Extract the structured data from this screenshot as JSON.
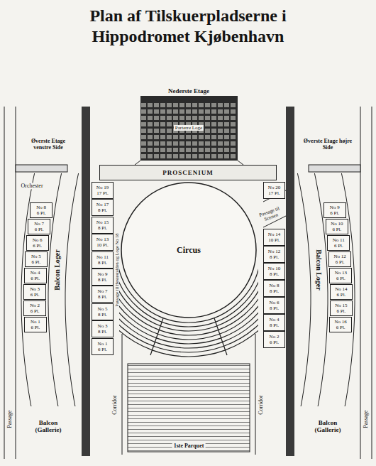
{
  "diagram": {
    "title": "Plan af Tilskuerpladserne i Hippodromet Kjøbenhavn",
    "nodes": [
      {
        "text": [
          "PROSCENIUM"
        ]
      },
      {
        "text": [
          "No 19",
          "17 Pl."
        ]
      },
      {
        "text": [
          "No 17",
          "8 Pl."
        ]
      },
      {
        "text": [
          "No 15",
          "8 Pl."
        ]
      },
      {
        "text": [
          "No 13",
          "10 Pl."
        ]
      },
      {
        "text": [
          "No 11",
          "8 Pl."
        ]
      },
      {
        "text": [
          "No 9",
          "8 Pl."
        ]
      },
      {
        "text": [
          "No 7",
          "8 Pl."
        ]
      },
      {
        "text": [
          "No 5",
          "8 Pl."
        ]
      },
      {
        "text": [
          "No 3",
          "8 Pl."
        ]
      },
      {
        "text": [
          "No 1",
          "6 Pl."
        ]
      },
      {
        "text": [
          "No 20",
          "17 Pl."
        ]
      },
      {
        "text": [
          "No 14",
          "10 Pl."
        ]
      },
      {
        "text": [
          "No 12",
          "8 Pl."
        ]
      },
      {
        "text": [
          "No 10",
          "8 Pl."
        ]
      },
      {
        "text": [
          "No 8",
          "8 Pl."
        ]
      },
      {
        "text": [
          "No 6",
          "8 Pl."
        ]
      },
      {
        "text": [
          "No 4",
          "8 Pl."
        ]
      },
      {
        "text": [
          "No 2",
          "6 Pl."
        ]
      },
      {
        "text": [
          "Circus"
        ]
      },
      {
        "text": [
          "No 8",
          "6 Pl."
        ]
      },
      {
        "text": [
          "No 7",
          "6 Pl."
        ]
      },
      {
        "text": [
          "No 6",
          "6 Pl."
        ]
      },
      {
        "text": [
          "No 5",
          "6 Pl."
        ]
      },
      {
        "text": [
          "No 4",
          "6 Pl."
        ]
      },
      {
        "text": [
          "No 3",
          "6 Pl."
        ]
      },
      {
        "text": [
          "No 2",
          "6 Pl."
        ]
      },
      {
        "text": [
          "No 1",
          "6 Pl."
        ]
      },
      {
        "text": [
          "No 9",
          "6 Pl."
        ]
      },
      {
        "text": [
          "No 10",
          "6 Pl."
        ]
      },
      {
        "text": [
          "No 11",
          "6 Pl."
        ]
      },
      {
        "text": [
          "No 12",
          "6 Pl."
        ]
      },
      {
        "text": [
          "No 13",
          "6 Pl."
        ]
      },
      {
        "text": [
          "No 14",
          "6 Pl."
        ]
      },
      {
        "text": [
          "No 15",
          "6 Pl."
        ]
      },
      {
        "text": [
          "No 16",
          "6 Pl."
        ]
      }
    ],
    "labels": [
      "Nederste Etage",
      "Øverste Etage venstre Side",
      "Øverste Etage højre Side",
      "Parterre Loge",
      "Orchester",
      "Balcon Loger",
      "Balcon Loger",
      "Balcon (Gallerie)",
      "Balcon (Gallerie)",
      "Passage",
      "Passage",
      "Corridor",
      "Corridor",
      "Passage til Hestestalden og Loge No 18",
      "Passage til Scenen",
      "1ste Parquet"
    ]
  }
}
